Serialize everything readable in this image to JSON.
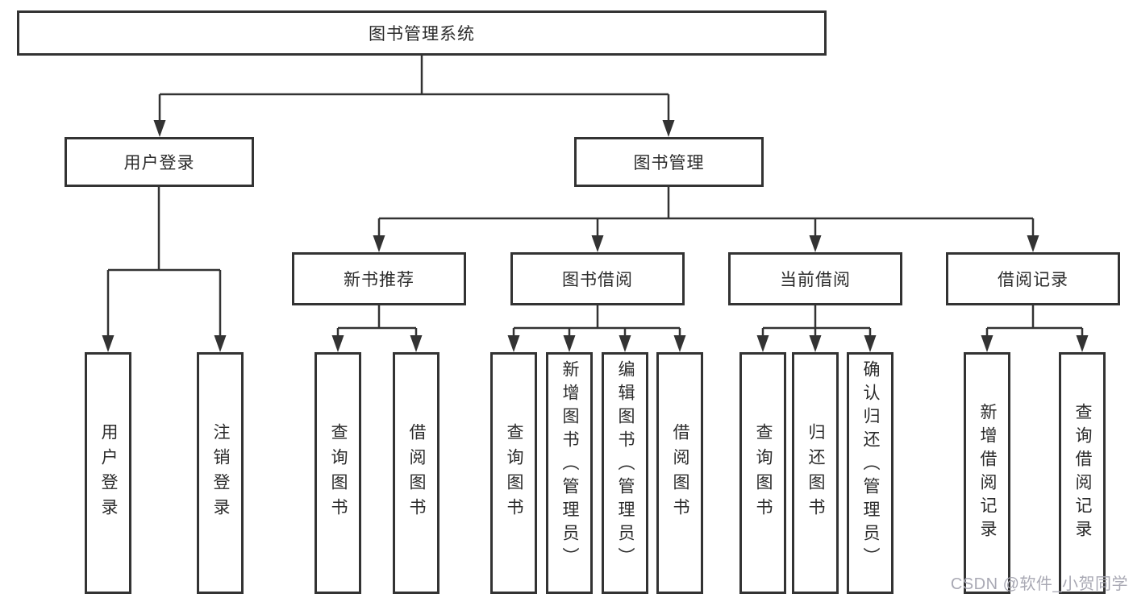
{
  "diagram": {
    "title": "图书管理系统",
    "root": {
      "id": "system",
      "label": "图书管理系统"
    },
    "level2": [
      {
        "id": "user-login",
        "label": "用户登录",
        "parent": "system"
      },
      {
        "id": "book-management",
        "label": "图书管理",
        "parent": "system"
      }
    ],
    "level3": [
      {
        "id": "new-book-recommend",
        "label": "新书推荐",
        "parent": "book-management"
      },
      {
        "id": "book-borrow",
        "label": "图书借阅",
        "parent": "book-management"
      },
      {
        "id": "current-borrow",
        "label": "当前借阅",
        "parent": "book-management"
      },
      {
        "id": "borrow-records",
        "label": "借阅记录",
        "parent": "book-management"
      }
    ],
    "leaves": [
      {
        "id": "leaf-user-login",
        "label": "用户登录",
        "parent": "user-login"
      },
      {
        "id": "leaf-logout-login",
        "label": "注销登录",
        "parent": "user-login"
      },
      {
        "id": "leaf-query-books-recommend",
        "label": "查询图书",
        "parent": "new-book-recommend"
      },
      {
        "id": "leaf-borrow-books-recommend",
        "label": "借阅图书",
        "parent": "new-book-recommend"
      },
      {
        "id": "leaf-query-books-borrow",
        "label": "查询图书",
        "parent": "book-borrow"
      },
      {
        "id": "leaf-add-books-admin",
        "label": "新增图书（管理员）",
        "parent": "book-borrow"
      },
      {
        "id": "leaf-edit-books-admin",
        "label": "编辑图书（管理员）",
        "parent": "book-borrow"
      },
      {
        "id": "leaf-borrow-books-borrow",
        "label": "借阅图书",
        "parent": "book-borrow"
      },
      {
        "id": "leaf-query-books-current",
        "label": "查询图书",
        "parent": "current-borrow"
      },
      {
        "id": "leaf-return-books",
        "label": "归还图书",
        "parent": "current-borrow"
      },
      {
        "id": "leaf-confirm-return-admin",
        "label": "确认归还（管理员）",
        "parent": "current-borrow"
      },
      {
        "id": "leaf-add-borrow-record",
        "label": "新增借阅记录",
        "parent": "borrow-records"
      },
      {
        "id": "leaf-query-borrow-record",
        "label": "查询借阅记录",
        "parent": "borrow-records"
      }
    ]
  },
  "watermark": {
    "text": "CSDN @软件_小贺同学"
  },
  "colors": {
    "stroke": "#333333",
    "box_background": "#ffffff",
    "text": "#2b2b2b",
    "watermark": "#a9a9b4",
    "page_background": "#ffffff"
  }
}
